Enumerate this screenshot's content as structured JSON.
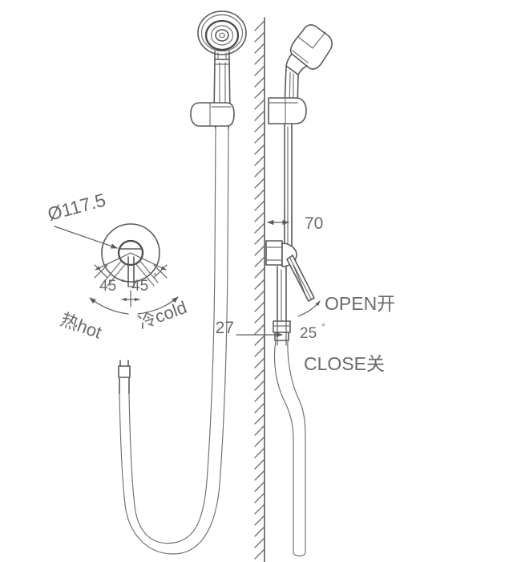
{
  "drawing": {
    "title": "Shower set technical drawing",
    "line_color": "#5a5a5a",
    "background": "#ffffff"
  },
  "dimensions": {
    "diameter_label": "Ø117.5",
    "rail_offset": "70",
    "valve_offset": "27"
  },
  "angles": {
    "hot_swing": "45",
    "cold_swing": "45",
    "lever_open": "25",
    "degree_symbol": "°"
  },
  "labels": {
    "hot": "热hot",
    "cold": "冷cold",
    "open": "OPEN开",
    "close": "CLOSE关"
  },
  "views": {
    "front": "front-elevation",
    "side": "side-elevation",
    "detail": "valve-face-detail"
  }
}
